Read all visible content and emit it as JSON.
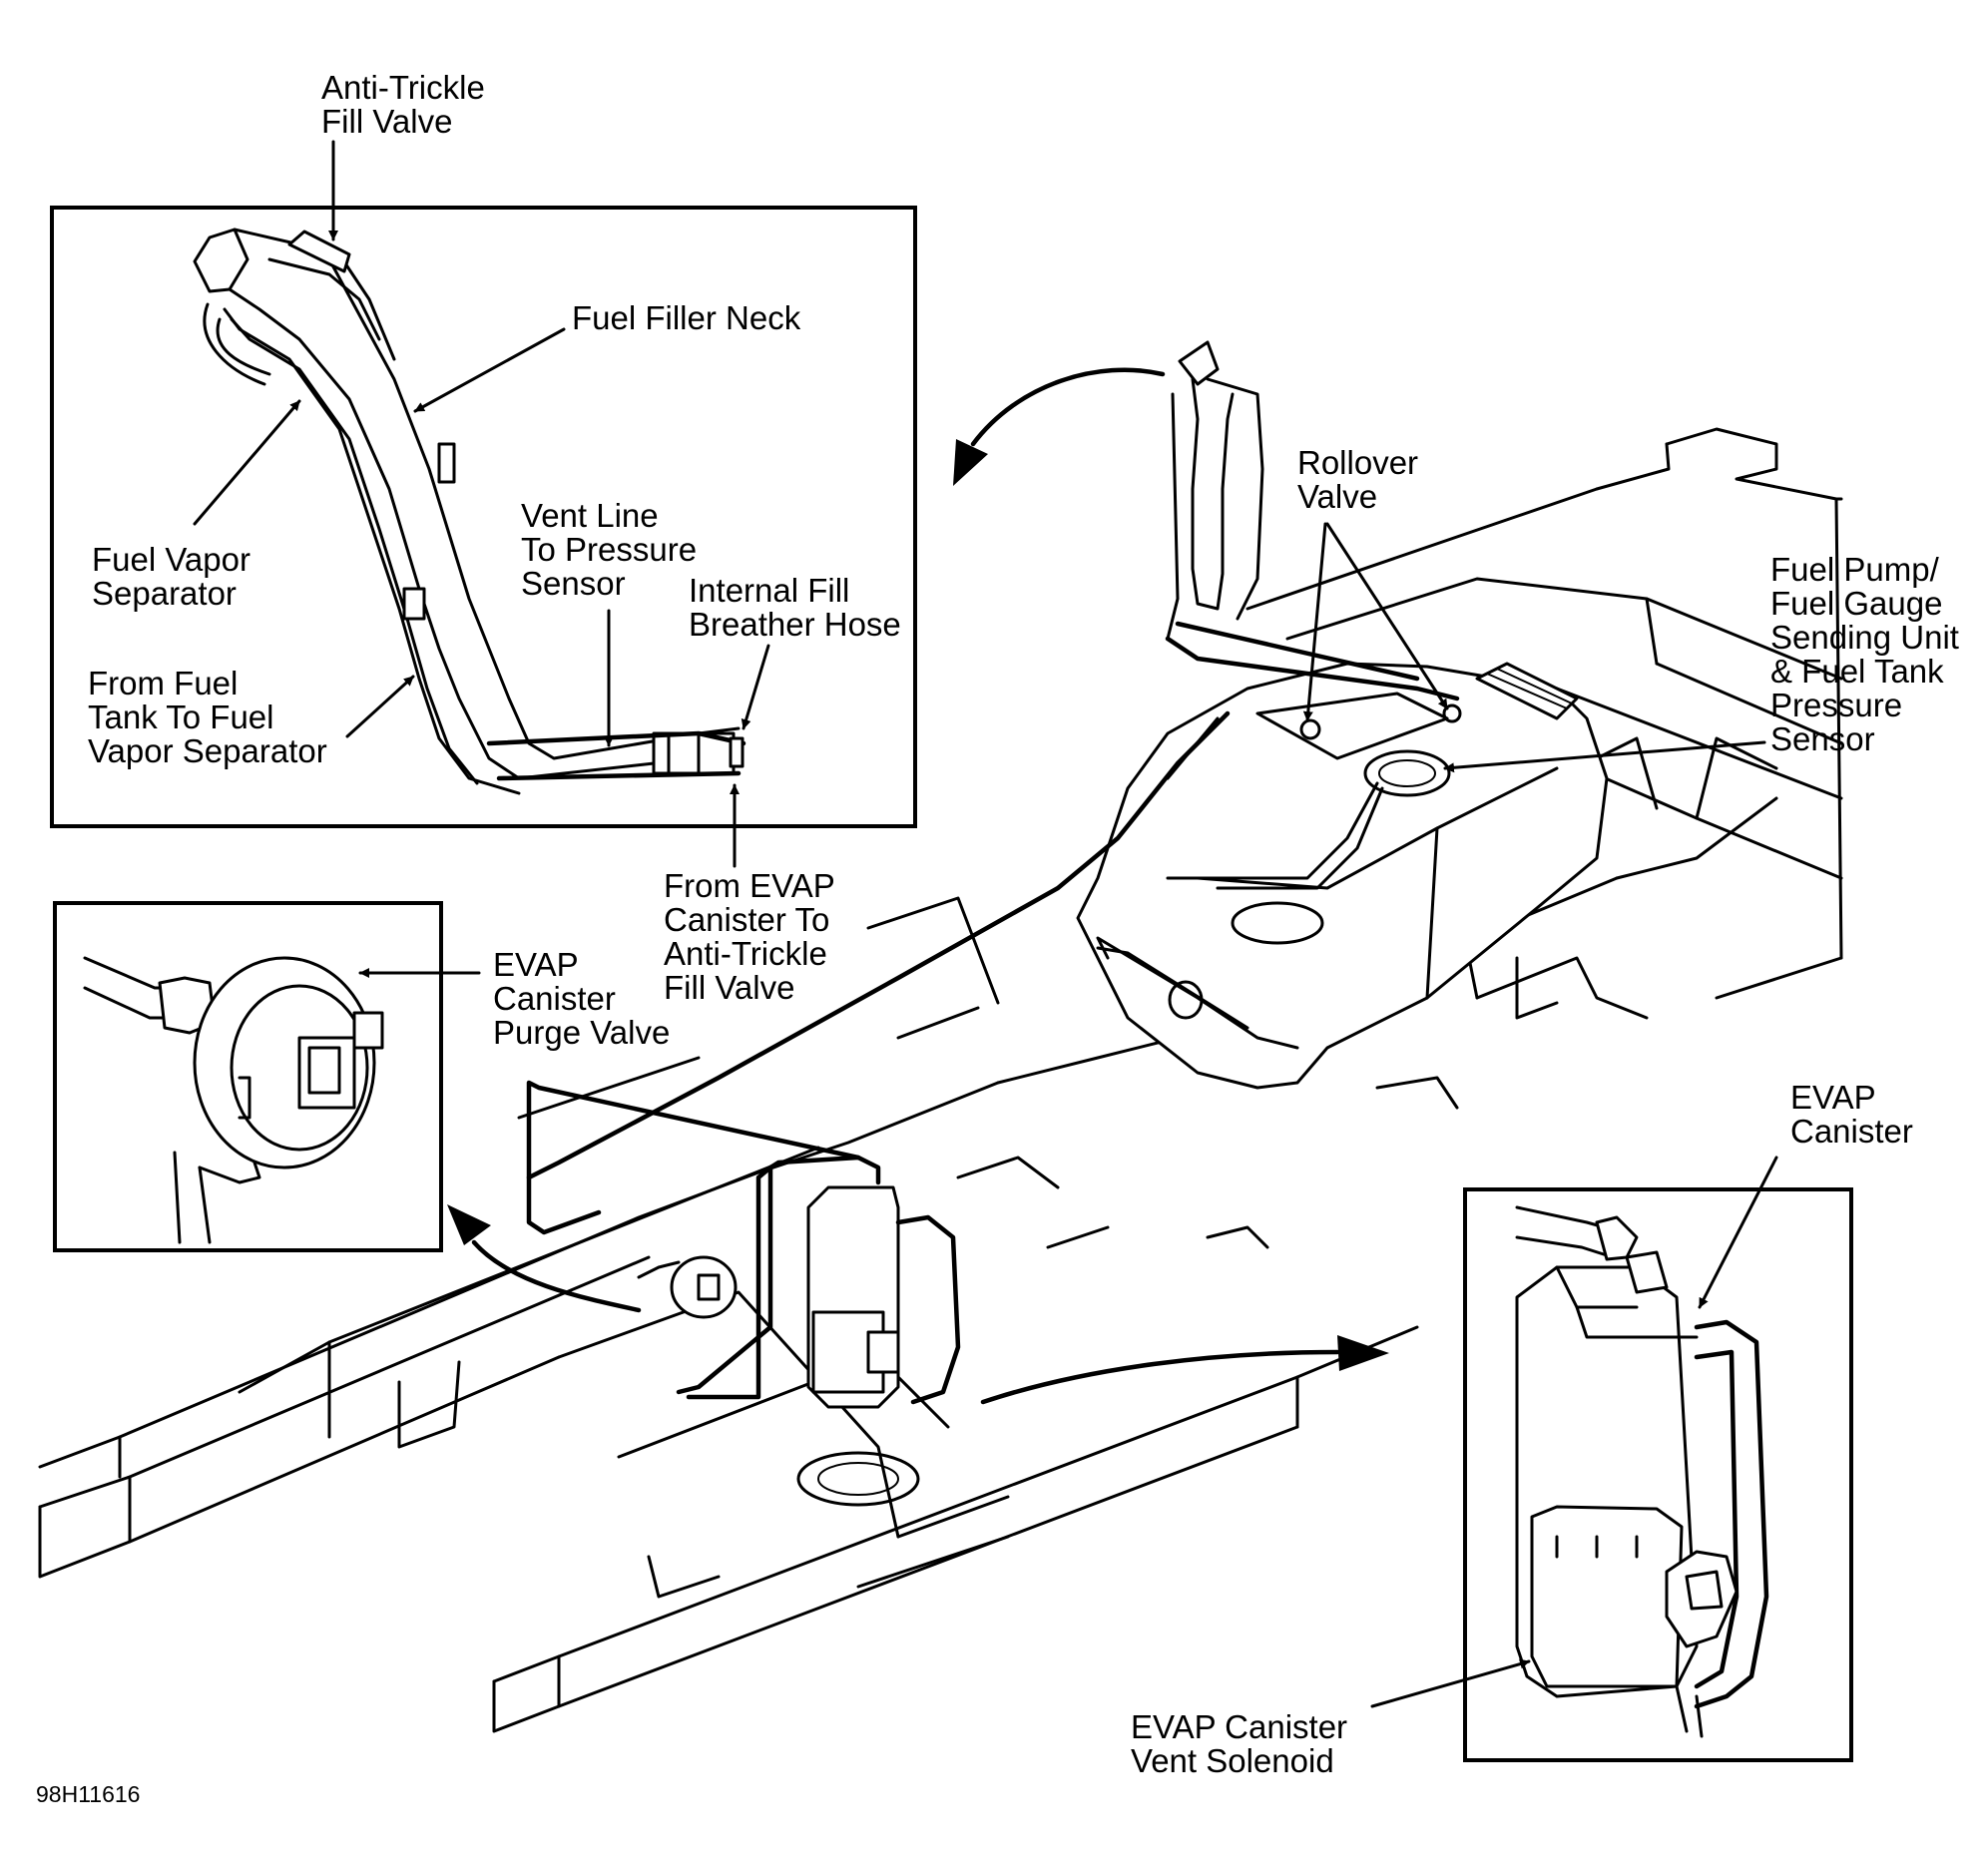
{
  "figure_id": "98H11616",
  "labels": {
    "anti_trickle_fill_valve": [
      "Anti-Trickle",
      "Fill Valve"
    ],
    "fuel_filler_neck": [
      "Fuel Filler Neck"
    ],
    "fuel_vapor_separator": [
      "Fuel Vapor",
      "Separator"
    ],
    "vent_line": [
      "Vent Line",
      "To Pressure",
      "Sensor"
    ],
    "internal_fill_breather_hose": [
      "Internal Fill",
      "Breather Hose"
    ],
    "tank_to_separator": [
      "From Fuel",
      "Tank To Fuel",
      "Vapor Separator"
    ],
    "evap_to_anti_trickle": [
      "From EVAP",
      "Canister To",
      "Anti-Trickle",
      "Fill Valve"
    ],
    "rollover_valve": [
      "Rollover",
      "Valve"
    ],
    "fuel_pump_sender": [
      "Fuel Pump/",
      "Fuel Gauge",
      "Sending Unit",
      "& Fuel Tank",
      "Pressure",
      "Sensor"
    ],
    "evap_purge_valve": [
      "EVAP",
      "Canister",
      "Purge Valve"
    ],
    "evap_canister": [
      "EVAP",
      "Canister"
    ],
    "evap_vent_solenoid": [
      "EVAP Canister",
      "Vent Solenoid"
    ]
  }
}
